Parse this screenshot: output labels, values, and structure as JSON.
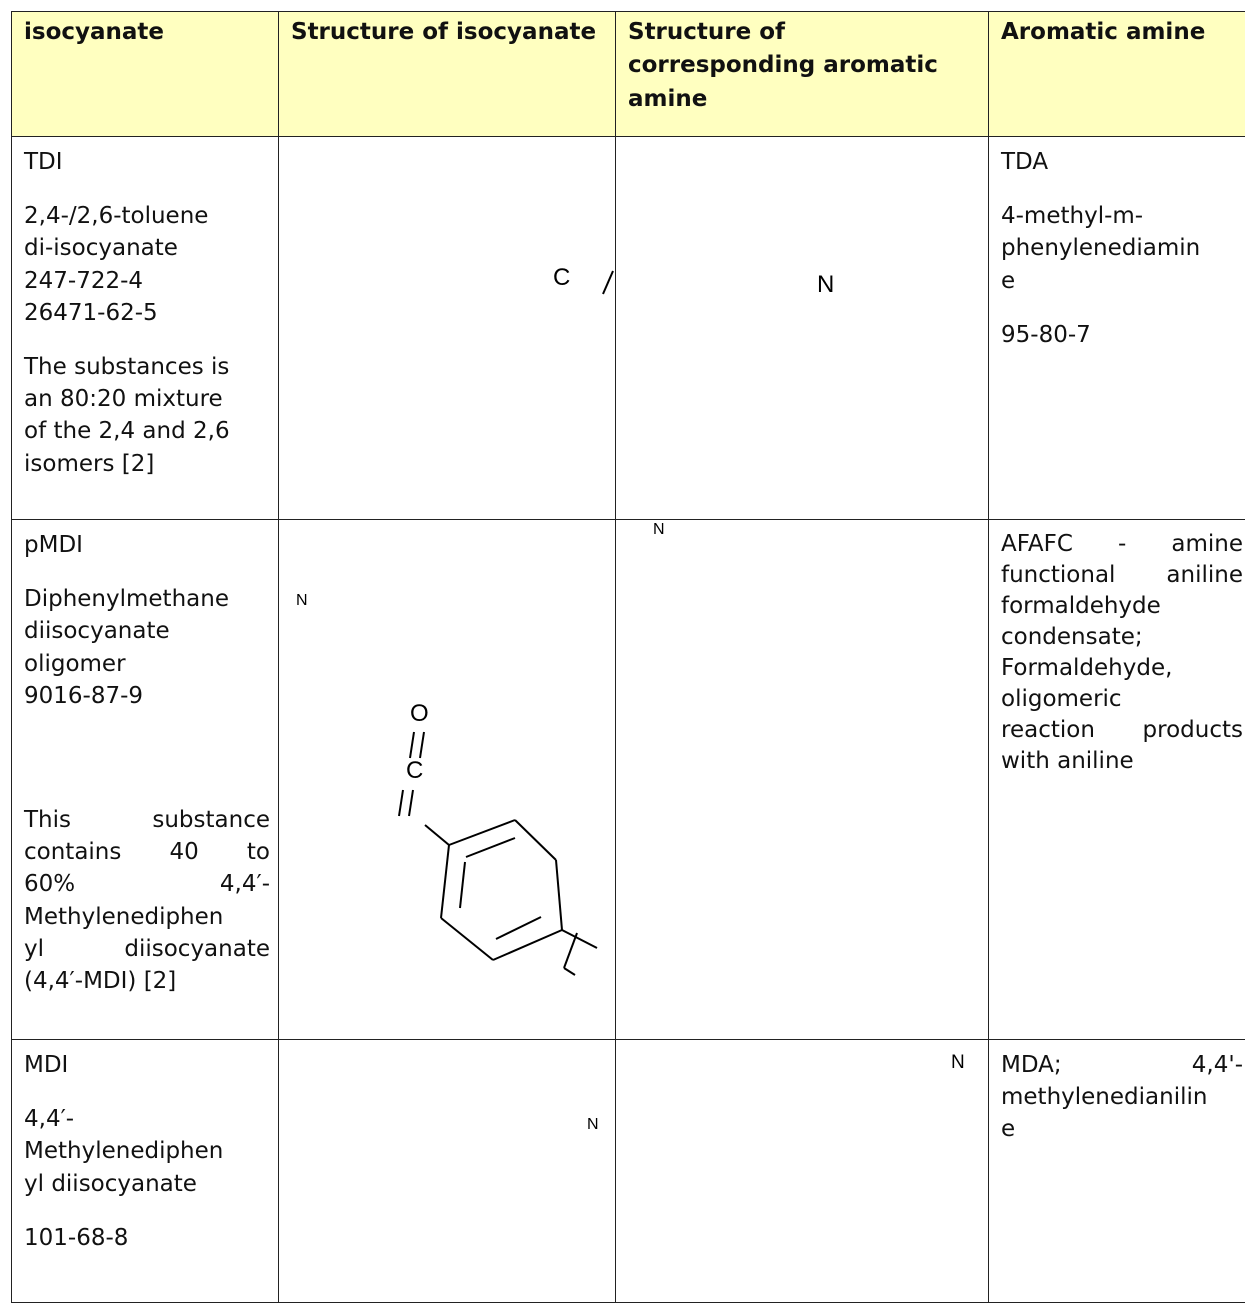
{
  "headers": [
    "isocyanate",
    "Structure of isocyanate",
    "Structure of corresponding aromatic amine",
    "Aromatic amine"
  ],
  "rows": [
    {
      "isocyanate": {
        "abbr": "TDI",
        "name_lines": [
          "2,4-/2,6-toluene",
          "di-isocyanate",
          "247-722-4",
          "26471-62-5"
        ],
        "note_lines": [
          "The substances is",
          "an 80:20 mixture",
          "of the 2,4 and 2,6",
          "isomers [2]"
        ]
      },
      "iso_structure_labels": [
        "C"
      ],
      "amine_structure_labels": [
        "N"
      ],
      "amine": {
        "abbr": "TDA",
        "name_lines": [
          "4-methyl-m-",
          "phenylenediamin",
          "e"
        ],
        "cas": "95-80-7"
      }
    },
    {
      "isocyanate": {
        "abbr": "pMDI",
        "name_lines": [
          "Diphenylmethane",
          "diisocyanate",
          "oligomer",
          "9016-87-9"
        ],
        "note_lines": [
          "This substance",
          "contains 40 to",
          "60% 4,4′-",
          "Methylenediphen",
          "yl diisocyanate",
          "(4,4′-MDI) [2]"
        ]
      },
      "iso_structure_labels": [
        "N",
        "O",
        "C"
      ],
      "amine_structure_labels": [
        "N"
      ],
      "amine": {
        "lines": [
          "AFAFC - amine",
          "functional aniline",
          "formaldehyde",
          "condensate;",
          "Formaldehyde,",
          "oligomeric",
          "reaction products",
          "with aniline"
        ]
      }
    },
    {
      "isocyanate": {
        "abbr": "MDI",
        "name_lines": [
          "4,4′-",
          "Methylenediphen",
          "yl diisocyanate"
        ],
        "cas": "101-68-8"
      },
      "iso_structure_labels": [
        "N"
      ],
      "amine_structure_labels": [
        "N"
      ],
      "amine": {
        "lines": [
          "MDA; 4,4'-",
          "methylenedianilin",
          "e"
        ]
      }
    }
  ]
}
